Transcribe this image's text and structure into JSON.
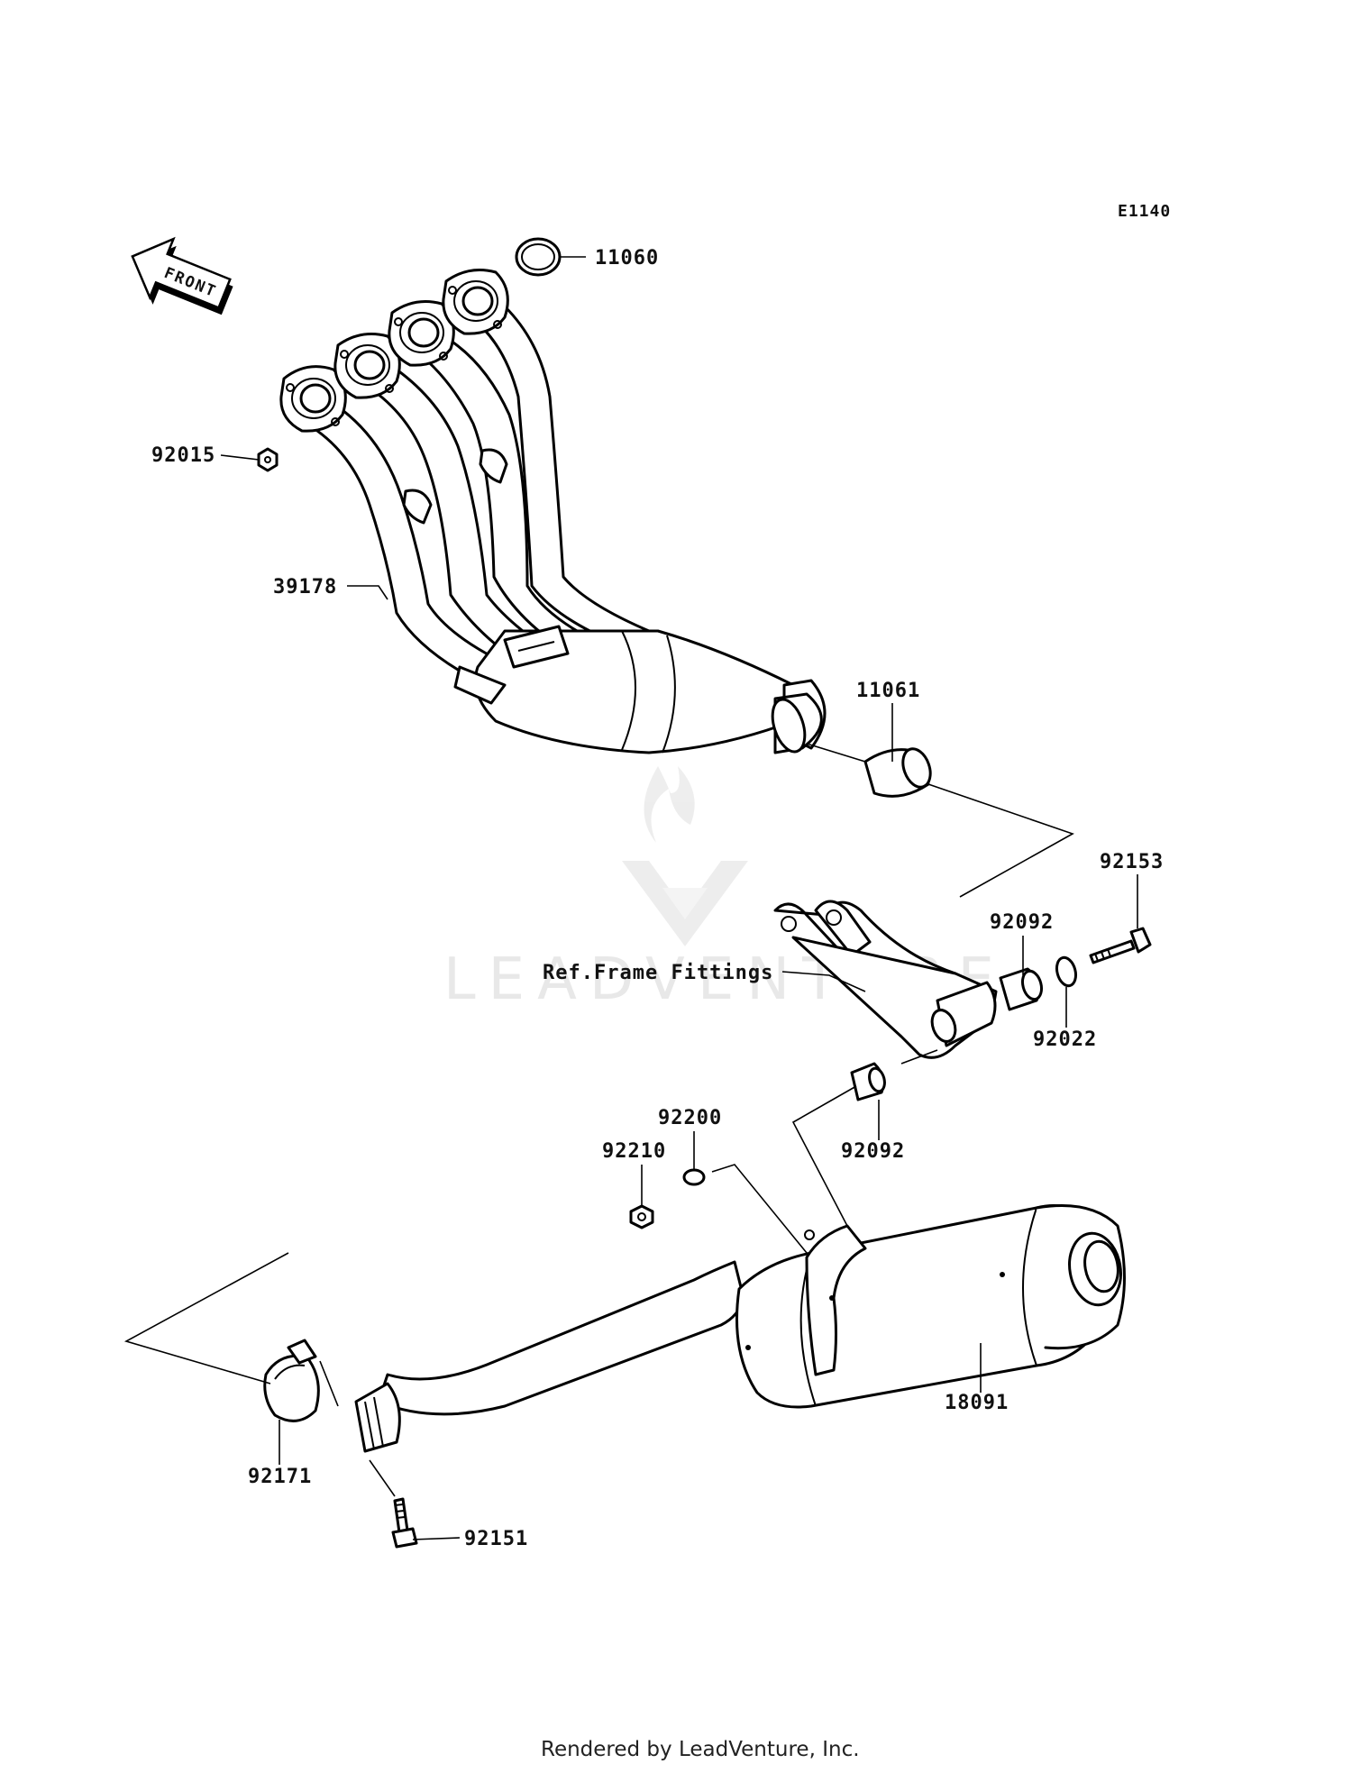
{
  "diagram_code": "E1140",
  "front_arrow_label": "FRONT",
  "watermark": "LEADVENTURE",
  "footer": "Rendered by LeadVenture, Inc.",
  "parts": [
    {
      "id": "p11060",
      "number": "11060"
    },
    {
      "id": "p92015",
      "number": "92015"
    },
    {
      "id": "p39178",
      "number": "39178"
    },
    {
      "id": "p11061",
      "number": "11061"
    },
    {
      "id": "p92153",
      "number": "92153"
    },
    {
      "id": "p92092a",
      "number": "92092"
    },
    {
      "id": "pref",
      "number": "Ref.Frame Fittings"
    },
    {
      "id": "p92022",
      "number": "92022"
    },
    {
      "id": "p92200",
      "number": "92200"
    },
    {
      "id": "p92210",
      "number": "92210"
    },
    {
      "id": "p92092b",
      "number": "92092"
    },
    {
      "id": "p18091",
      "number": "18091"
    },
    {
      "id": "p92171",
      "number": "92171"
    },
    {
      "id": "p92151",
      "number": "92151"
    }
  ]
}
